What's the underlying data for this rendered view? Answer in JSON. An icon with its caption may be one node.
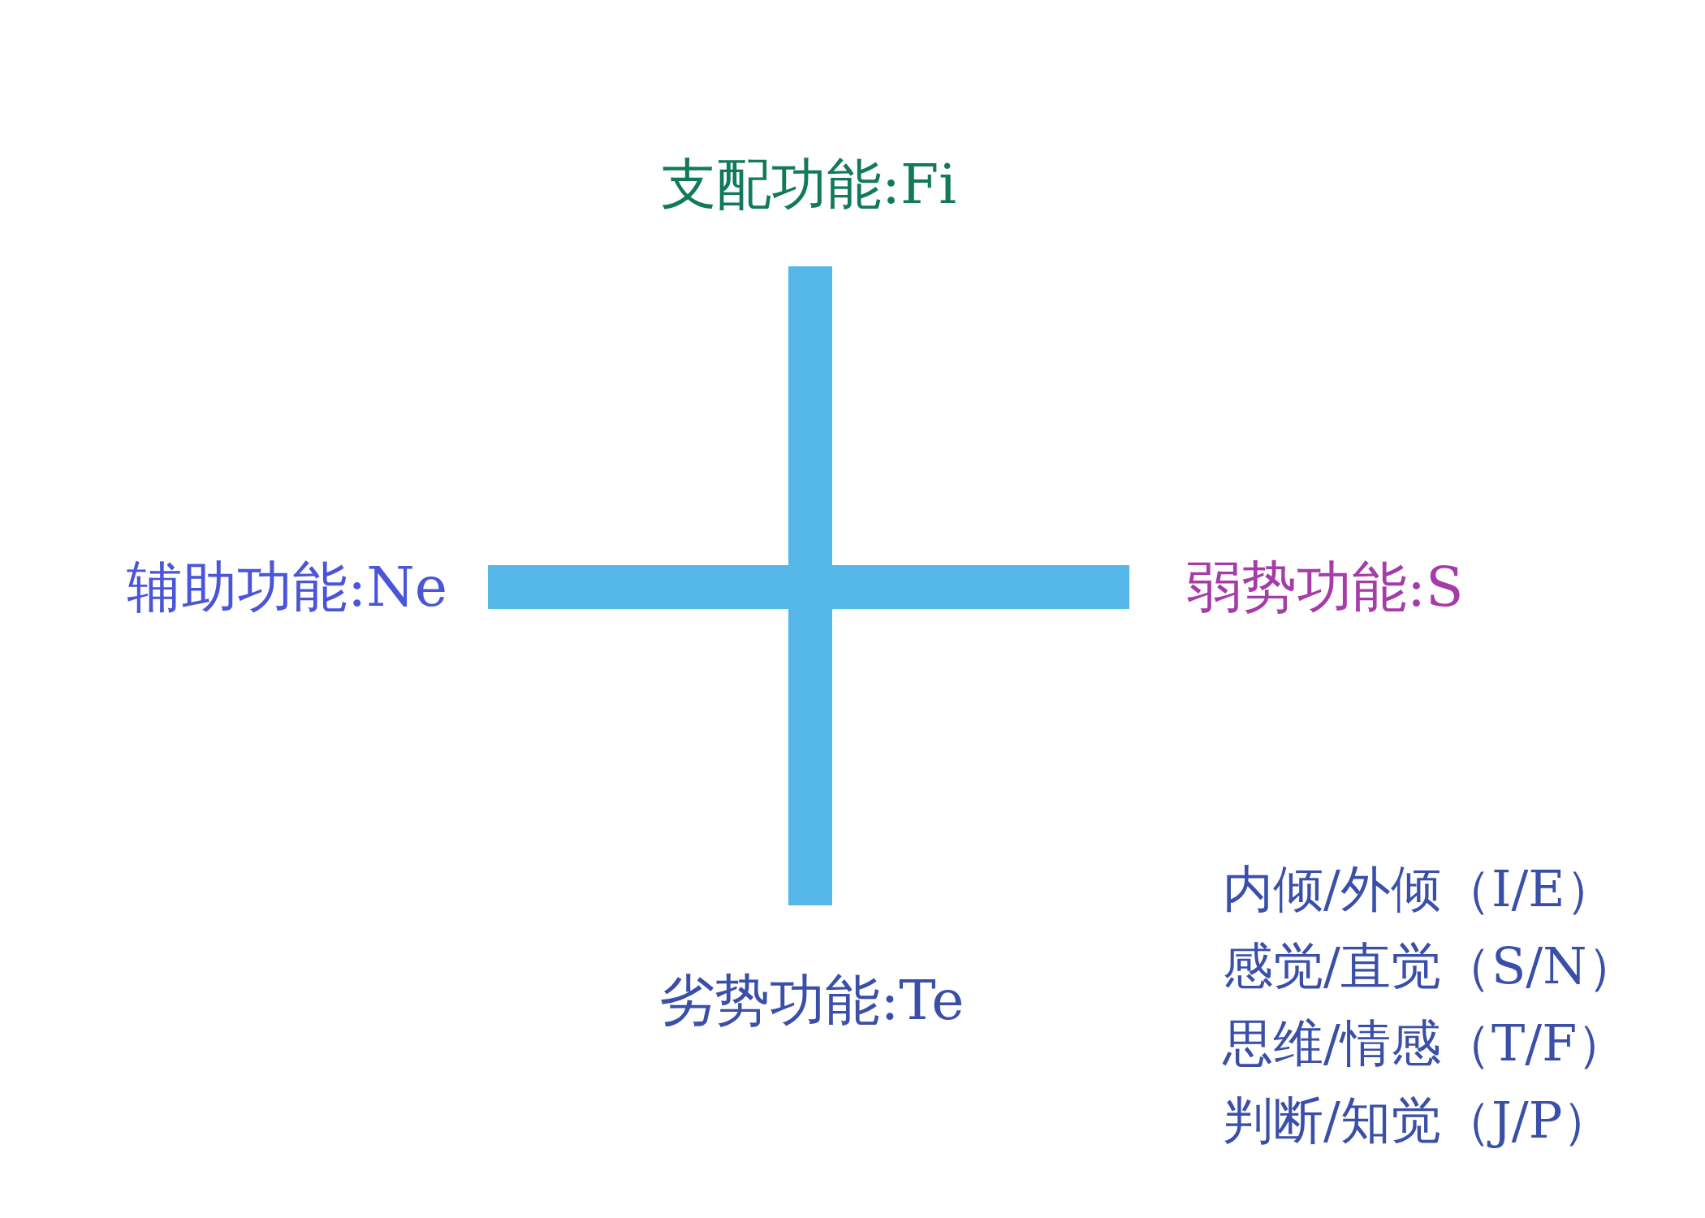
{
  "diagram": {
    "nodes": [
      {
        "text": [
          "支配功能:Fi"
        ]
      },
      {
        "text": [
          "辅助功能:Ne"
        ]
      },
      {
        "text": [
          "弱势功能:S"
        ]
      },
      {
        "text": [
          "劣势功能:Te"
        ]
      }
    ],
    "edges": [
      {
        "from": 0,
        "to": 3,
        "arrow": "none"
      },
      {
        "from": 1,
        "to": 2,
        "arrow": "none"
      }
    ],
    "labels": [
      "内倾/外倾（I/E）",
      "感觉/直觉（S/N）",
      "思维/情感（T/F）",
      "判断/知觉（J/P）"
    ]
  }
}
